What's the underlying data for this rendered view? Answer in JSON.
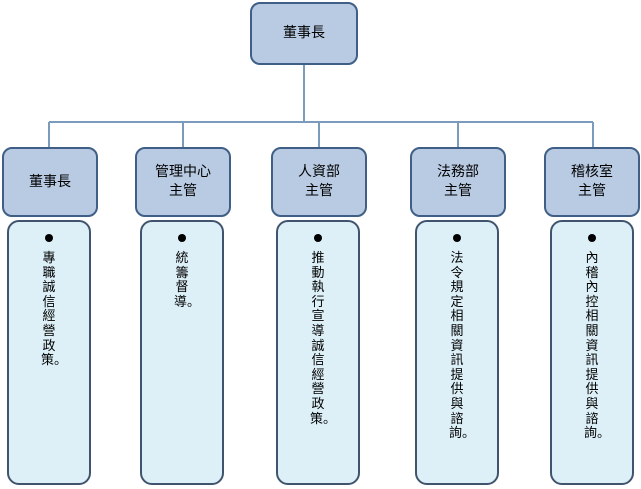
{
  "colors": {
    "box_fill": "#b9cbe3",
    "box_border": "#3f5f86",
    "desc_fill": "#ddf0f8",
    "desc_border": "#40546e",
    "connector": "#7b9bbd"
  },
  "top": {
    "label": "董事長"
  },
  "branches": [
    {
      "title_lines": [
        "董事長"
      ],
      "description": "專職誠信經營政策。"
    },
    {
      "title_lines": [
        "管理中心",
        "主管"
      ],
      "description": "統籌督導。"
    },
    {
      "title_lines": [
        "人資部",
        "主管"
      ],
      "description": "推動執行宣導誠信經營政策。"
    },
    {
      "title_lines": [
        "法務部",
        "主管"
      ],
      "description": "法令規定相關資訊提供與諮詢。"
    },
    {
      "title_lines": [
        "稽核室",
        "主管"
      ],
      "description": "內稽內控相關資訊提供與諮詢。"
    }
  ]
}
